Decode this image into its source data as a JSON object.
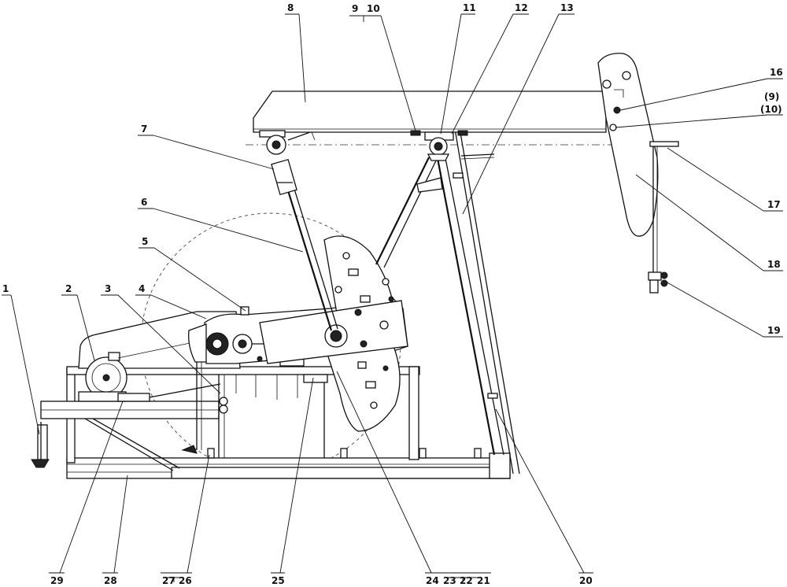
{
  "callouts": {
    "c1": "1",
    "c2": "2",
    "c3": "3",
    "c4": "4",
    "c5": "5",
    "c6": "6",
    "c7": "7",
    "c8": "8",
    "c9": "9",
    "c10": "10",
    "c11": "11",
    "c12": "12",
    "c13": "13",
    "c16": "16",
    "c9b": "(9)",
    "c10b": "(10)",
    "c17": "17",
    "c18": "18",
    "c19": "19",
    "c20": "20",
    "c21": "21",
    "c22": "22",
    "c23": "23",
    "c24": "24",
    "c25": "25",
    "c26": "26",
    "c27": "27",
    "c28": "28",
    "c29": "29"
  }
}
